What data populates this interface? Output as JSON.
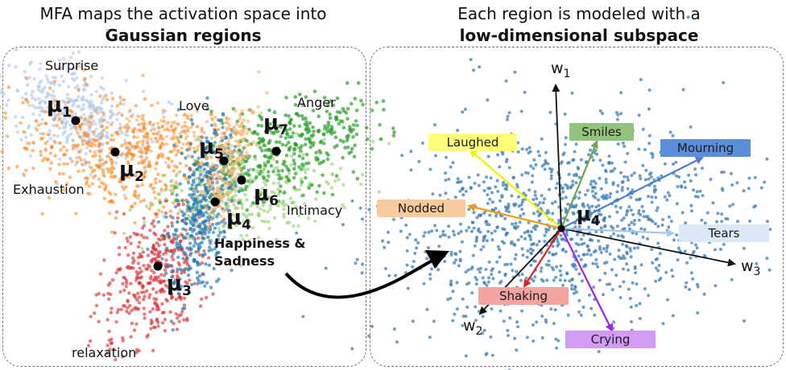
{
  "left_title": {
    "line1": "MFA maps the activation space into",
    "line2": "Gaussian regions"
  },
  "right_title": {
    "line1": "Each region is modeled with a",
    "line2": "low-dimensional subspace"
  },
  "left_panel": {
    "emotions": [
      "Surprise",
      "Love",
      "Anger",
      "Exhaustion",
      "Intimacy",
      "relaxation"
    ],
    "happiness_label": [
      "Happiness &",
      "Sadness"
    ],
    "means": [
      "1",
      "2",
      "3",
      "4",
      "5",
      "6",
      "7"
    ],
    "cluster_colors": {
      "blue_light": "#aec7e8",
      "orange": "#ff7f0e",
      "peach": "#f5b26b",
      "red": "#d62728",
      "green": "#2ca02c",
      "lightgreen": "#8fd16c",
      "blue": "#1f77b4"
    }
  },
  "right_panel": {
    "axes": [
      "1",
      "2",
      "3"
    ],
    "mean_index": "4",
    "directions": [
      {
        "label": "Laughed",
        "color": "#ffff7a",
        "arrow": "#f2f200"
      },
      {
        "label": "Smiles",
        "color": "#93c47d",
        "arrow": "#6aa84f"
      },
      {
        "label": "Mourning",
        "color": "#5b8fd9",
        "arrow": "#4a7fd0"
      },
      {
        "label": "Nodded",
        "color": "#f9cb9c",
        "arrow": "#f39c12"
      },
      {
        "label": "Tears",
        "color": "#dbe8f7",
        "arrow": "#a9c5ea"
      },
      {
        "label": "Shaking",
        "color": "#f4a3a3",
        "arrow": "#e0221e"
      },
      {
        "label": "Crying",
        "color": "#d49bf5",
        "arrow": "#9b22f0"
      }
    ],
    "point_color": "#3d7fb6"
  }
}
